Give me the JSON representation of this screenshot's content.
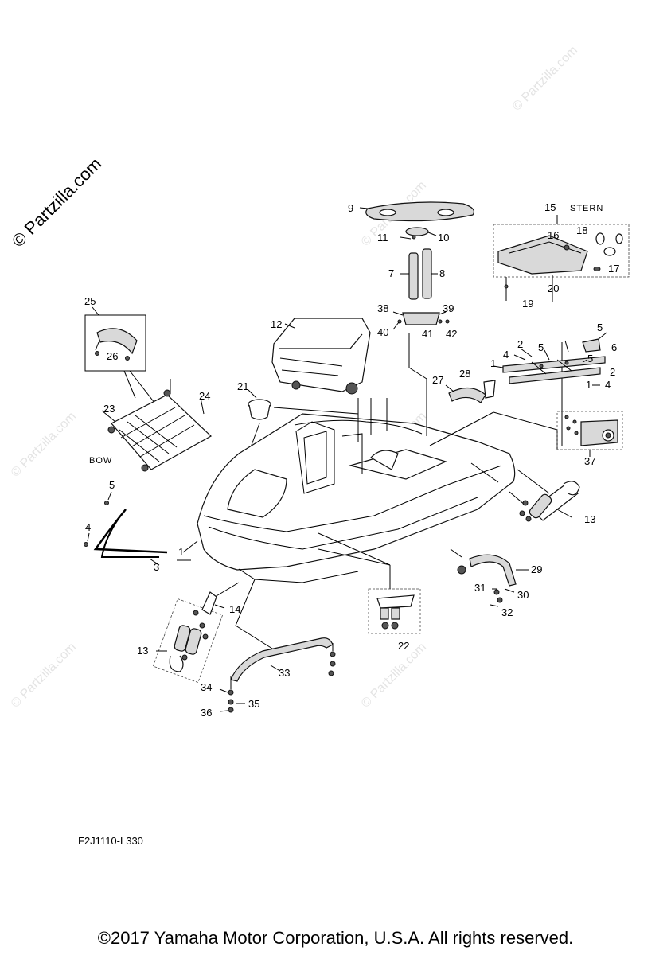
{
  "watermark": "© Partzilla.com",
  "diagram_code": "F2J1110-L330",
  "copyright": "©2017 Yamaha Motor Corporation, U.S.A. All rights reserved.",
  "labels": {
    "stern": "STERN",
    "bow": "BOW"
  },
  "callouts": {
    "c1a": "1",
    "c1b": "1",
    "c1c": "1",
    "c2a": "2",
    "c2b": "2",
    "c3": "3",
    "c4a": "4",
    "c4b": "4",
    "c4c": "4",
    "c5a": "5",
    "c5b": "5",
    "c5c": "5",
    "c5d": "5",
    "c6": "6",
    "c7": "7",
    "c8": "8",
    "c9": "9",
    "c10": "10",
    "c11": "11",
    "c12": "12",
    "c13a": "13",
    "c13b": "13",
    "c14": "14",
    "c15": "15",
    "c16": "16",
    "c17": "17",
    "c18": "18",
    "c19": "19",
    "c20": "20",
    "c21": "21",
    "c22": "22",
    "c23": "23",
    "c24": "24",
    "c25": "25",
    "c26": "26",
    "c27": "27",
    "c28": "28",
    "c29": "29",
    "c30": "30",
    "c31": "31",
    "c32": "32",
    "c33": "33",
    "c34": "34",
    "c35": "35",
    "c36": "36",
    "c37": "37",
    "c38": "38",
    "c39": "39",
    "c40": "40",
    "c41": "41",
    "c42": "42"
  }
}
